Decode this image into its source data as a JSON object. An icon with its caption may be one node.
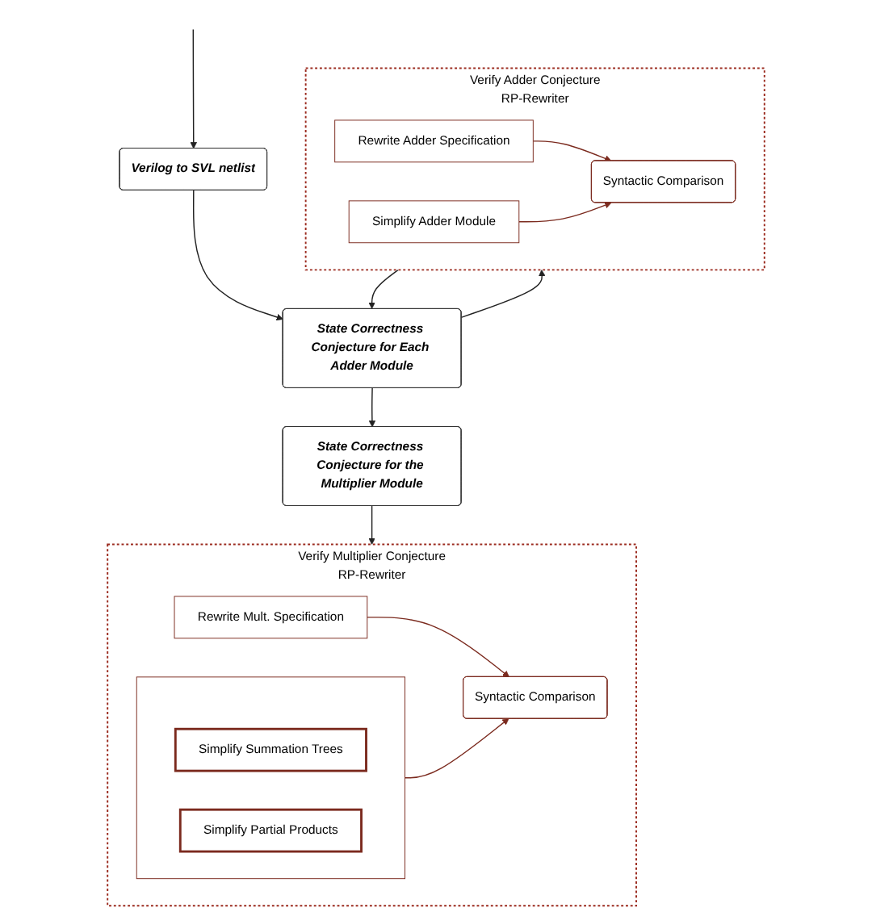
{
  "diagram": {
    "nodes": [
      {
        "text": [
          "Verilog to SVL netlist"
        ]
      },
      {
        "text": [
          "State Correctness Conjecture for Each Adder Module"
        ]
      },
      {
        "text": [
          "Verify Adder Conjecture",
          "RP-Rewriter"
        ]
      },
      {
        "text": [
          "Rewrite Adder Specification"
        ],
        "in": 2
      },
      {
        "text": [
          "Simplify Adder Module"
        ],
        "in": 2
      },
      {
        "text": [
          "Syntactic Comparison"
        ],
        "in": 2
      },
      {
        "text": [
          "State Correctness Conjecture for the Multiplier Module"
        ]
      },
      {
        "text": [
          "Verify Multiplier Conjecture",
          "RP-Rewriter"
        ]
      },
      {
        "text": [],
        "shape": "box",
        "in": 7
      },
      {
        "text": [
          "Simplify Summation Trees"
        ],
        "in": 8
      },
      {
        "text": [
          "Simplify Partial Products"
        ],
        "in": 8
      },
      {
        "text": [
          "Rewrite Mult. Specification"
        ],
        "in": 7
      },
      {
        "text": [
          "Syntactic Comparison"
        ],
        "in": 7
      }
    ],
    "edges": [
      {
        "from": null,
        "to": 0,
        "arrow": "to"
      },
      {
        "from": 0,
        "to": 1,
        "arrow": "to"
      },
      {
        "from": 1,
        "to": 2,
        "arrow": "to"
      },
      {
        "from": 2,
        "to": 1,
        "arrow": "to"
      },
      {
        "from": 3,
        "to": 5,
        "arrow": "to",
        "color": "#7b2a1e"
      },
      {
        "from": 4,
        "to": 5,
        "arrow": "to",
        "color": "#7b2a1e"
      },
      {
        "from": 1,
        "to": 6,
        "arrow": "to"
      },
      {
        "from": 6,
        "to": 7,
        "arrow": "to"
      },
      {
        "from": 11,
        "to": 12,
        "arrow": "to",
        "color": "#7b2a1e"
      },
      {
        "from": 8,
        "to": 12,
        "arrow": "to",
        "color": "#7b2a1e"
      }
    ]
  }
}
